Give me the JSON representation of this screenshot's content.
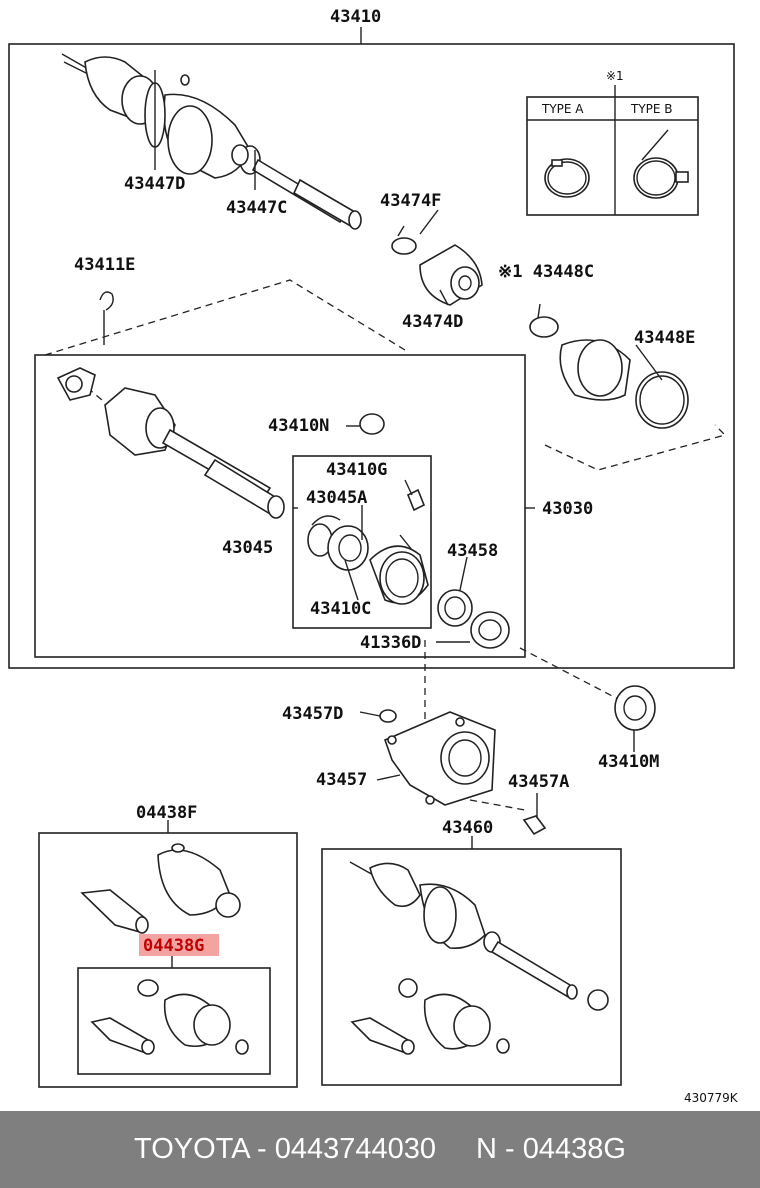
{
  "diagram": {
    "labels": {
      "p43410": "43410",
      "p43447D": "43447D",
      "p43447C": "43447C",
      "p43474F": "43474F",
      "p43474D": "43474D",
      "p43411E": "43411E",
      "p43448C": "※1 43448C",
      "p43448E": "43448E",
      "p43410N": "43410N",
      "p43410G": "43410G",
      "p43045A": "43045A",
      "p43045": "43045",
      "p43030": "43030",
      "p43458": "43458",
      "p43410C": "43410C",
      "p41336D": "41336D",
      "p43457D": "43457D",
      "p43457": "43457",
      "p43457A": "43457A",
      "p43410M": "43410M",
      "p04438F": "04438F",
      "p04438G": "04438G",
      "p43460": "43460"
    },
    "note_mark": "※1",
    "type_a": "TYPE A",
    "type_b": "TYPE B",
    "ref_code": "430779K",
    "highlight_color": "#f4a3a3",
    "highlight_text_color": "#c00000"
  },
  "footer": {
    "part_number": "TOYOTA - 0443744030",
    "ref": "N - 04438G",
    "bg_color": "#7f7f7f"
  }
}
